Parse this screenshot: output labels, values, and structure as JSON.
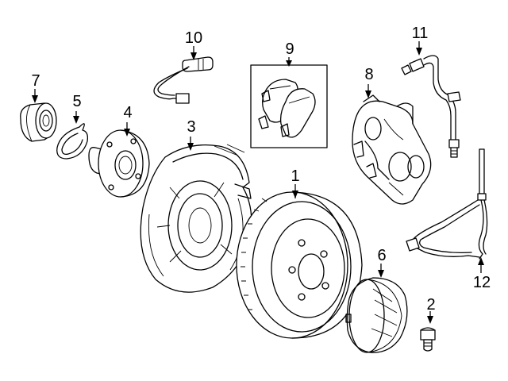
{
  "callouts": [
    {
      "id": "1",
      "text": "1"
    },
    {
      "id": "2",
      "text": "2"
    },
    {
      "id": "3",
      "text": "3"
    },
    {
      "id": "4",
      "text": "4"
    },
    {
      "id": "5",
      "text": "5"
    },
    {
      "id": "6",
      "text": "6"
    },
    {
      "id": "7",
      "text": "7"
    },
    {
      "id": "8",
      "text": "8"
    },
    {
      "id": "9",
      "text": "9"
    },
    {
      "id": "10",
      "text": "10"
    },
    {
      "id": "11",
      "text": "11"
    },
    {
      "id": "12",
      "text": "12"
    }
  ],
  "parts": [
    {
      "callout": "1",
      "icon": "brake-rotor-icon"
    },
    {
      "callout": "2",
      "icon": "bleeder-screw-icon"
    },
    {
      "callout": "3",
      "icon": "splash-shield-icon"
    },
    {
      "callout": "4",
      "icon": "wheel-hub-icon"
    },
    {
      "callout": "5",
      "icon": "snap-ring-icon"
    },
    {
      "callout": "6",
      "icon": "dust-cover-icon"
    },
    {
      "callout": "7",
      "icon": "wheel-bearing-icon"
    },
    {
      "callout": "8",
      "icon": "brake-caliper-icon"
    },
    {
      "callout": "9",
      "icon": "brake-pads-icon"
    },
    {
      "callout": "10",
      "icon": "pad-wear-sensor-icon"
    },
    {
      "callout": "11",
      "icon": "brake-hose-icon"
    },
    {
      "callout": "12",
      "icon": "abs-sensor-icon"
    }
  ],
  "colors": {
    "line": "#000000",
    "background": "#ffffff"
  }
}
